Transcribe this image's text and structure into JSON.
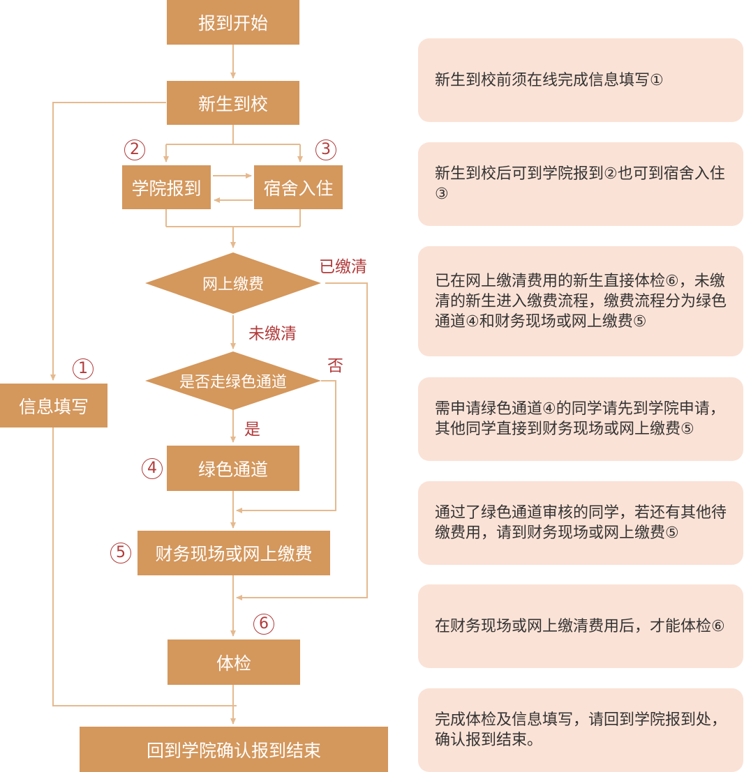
{
  "nodes": {
    "start": "报到开始",
    "arrive": "新生到校",
    "college": "学院报到",
    "dorm": "宿舍入住",
    "online_pay": "网上缴费",
    "green_q": "是否走绿色通道",
    "green": "绿色通道",
    "finance": "财务现场或网上缴费",
    "checkup": "体检",
    "info": "信息填写",
    "end": "回到学院确认报到结束"
  },
  "edge_labels": {
    "paid": "已缴清",
    "unpaid": "未缴清",
    "no": "否",
    "yes": "是"
  },
  "markers": {
    "m1": "1",
    "m2": "2",
    "m3": "3",
    "m4": "4",
    "m5": "5",
    "m6": "6"
  },
  "notes": [
    "新生到校前须在线完成信息填写①",
    "新生到校后可到学院报到②也可到宿舍入住③",
    "已在网上缴清费用的新生直接体检⑥，未缴清的新生进入缴费流程，缴费流程分为绿色通道④和财务现场或网上缴费⑤",
    "需申请绿色通道④的同学请先到学院申请，其他同学直接到财务现场或网上缴费⑤",
    "通过了绿色通道审核的同学，若还有其他待缴费用，请到财务现场或网上缴费⑤",
    "在财务现场或网上缴清费用后，才能体检⑥",
    "完成体检及信息填写，请回到学院报到处，确认报到结束。"
  ],
  "colors": {
    "box": "#d4975c",
    "line": "#e5b98e",
    "accent": "#b23a3a",
    "note_bg": "#fbe2d6"
  }
}
